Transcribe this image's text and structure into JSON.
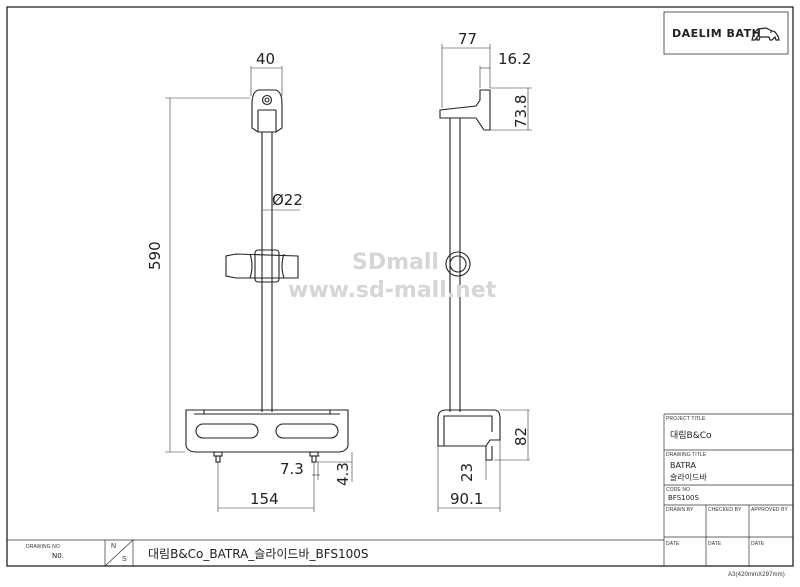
{
  "brand": {
    "logo_text": "DAELIM BATH"
  },
  "dimensions": {
    "front_top_width": "40",
    "front_height": "590",
    "front_diameter": "Ø22",
    "front_screw_offset": "7.3",
    "front_screw_height": "4.3",
    "front_tray_width": "154",
    "side_top_depth": "77",
    "side_bracket_thickness": "16.2",
    "side_bracket_height": "73.8",
    "side_tray_height": "82",
    "side_tray_lip": "23",
    "side_tray_depth": "90.1"
  },
  "watermark": {
    "line1": "SDmall",
    "line2": "www.sd-mall.net"
  },
  "title_block": {
    "project_title_label": "PROJECT TITLE",
    "project_title_value": "대림B&Co",
    "drawing_title_label": "DRAWING TITLE",
    "drawing_title_line1": "BATRA",
    "drawing_title_line2": "슬라이드바",
    "code_no_label": "CODE NO",
    "code_no_value": "BFS100S",
    "drawn_by_label": "DRAWN BY",
    "checked_by_label": "CHECKED BY",
    "approved_by_label": "APPROVED BY",
    "date_label_1": "DATE",
    "date_label_2": "DATE",
    "date_label_3": "DATE"
  },
  "bottom_bar": {
    "drawing_no_label": "DRAWING NO",
    "drawing_no_value": "N0.",
    "scale_n": "N",
    "scale_s": "S",
    "drawing_name": "대림B&Co_BATRA_슬라이드바_BFS100S"
  },
  "paper_size": "A3(420mmX297mm)"
}
